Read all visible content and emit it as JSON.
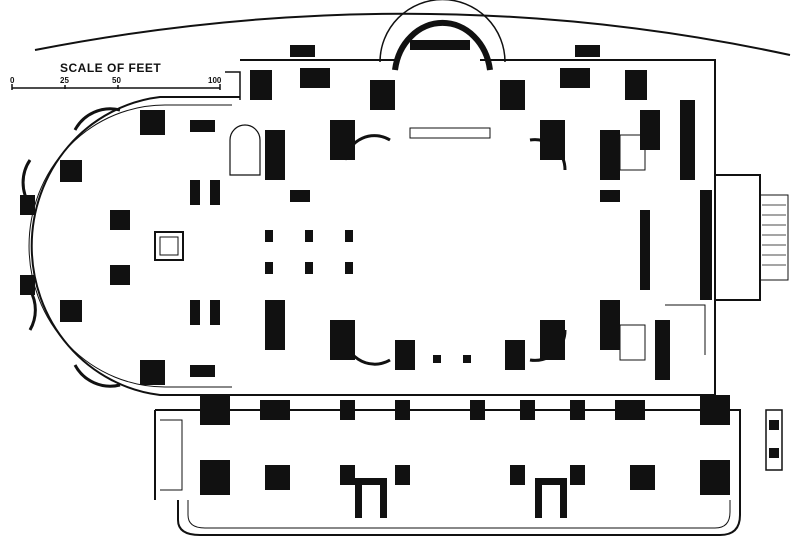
{
  "figure": {
    "type": "architectural floor plan",
    "scale": {
      "title": "SCALE OF FEET",
      "ticks": [
        "0",
        "25",
        "50",
        "100"
      ],
      "unit": "feet"
    },
    "ink_color": "#111111",
    "paper_color": "#ffffff"
  }
}
